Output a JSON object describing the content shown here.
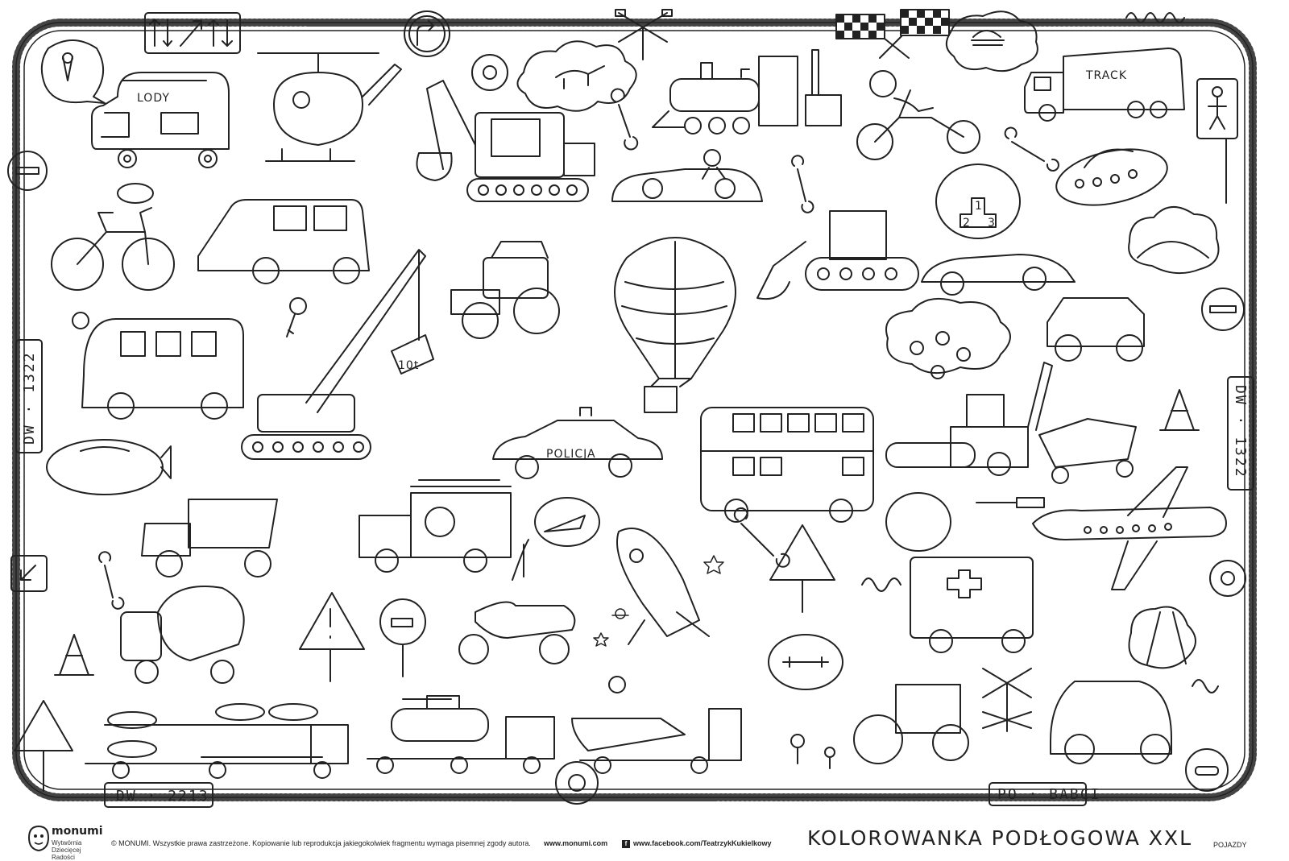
{
  "signs": {
    "ice_cream_truck": "LODY",
    "crane_weight": "10t",
    "truck_box": "TRACK",
    "police_car": "POLICJA",
    "podium_2": "2",
    "podium_1": "1",
    "podium_3": "3"
  },
  "plates": {
    "left": "DW · 1322",
    "right": "DW · 1322",
    "bottom_left": "DW · 2213",
    "bottom_right": "PO · BABCI"
  },
  "footer": {
    "brand_name": "monumi",
    "brand_tagline": "Wytwórnia Dziecięcej Radości",
    "copyright": "© MONUMI. Wszystkie prawa zastrzeżone. Kopiowanie lub reprodukcja jakiegokolwiek fragmentu wymaga pisemnej zgody autora.",
    "website": "www.monumi.com",
    "facebook": "www.facebook.com/TeatrzykKukielkowy",
    "title": "KOLOROWANKA PODŁOGOWA XXL",
    "subject": "POJAZDY"
  },
  "colors": {
    "ink": "#222222",
    "paper": "#ffffff"
  }
}
